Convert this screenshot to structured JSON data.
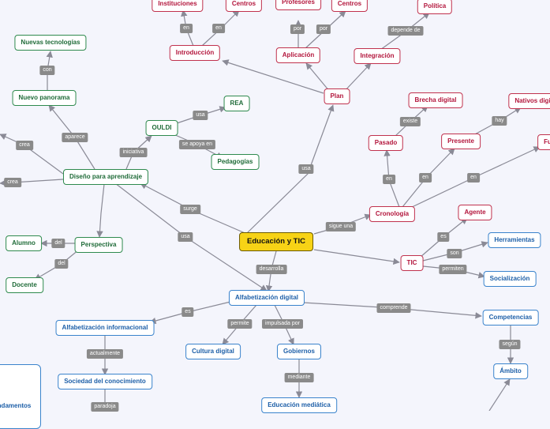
{
  "root": "Educación y TIC",
  "nodes": {
    "instituciones": "Instituciones",
    "centros_intro": "Centros",
    "profesores": "Profesores",
    "centros_aplic": "Centros",
    "politica": "Política",
    "introduccion": "Introducción",
    "aplicacion": "Aplicación",
    "integracion": "Integración",
    "plan": "Plan",
    "brecha_digital": "Brecha digital",
    "nativos_digitales": "Nativos digi",
    "pasado": "Pasado",
    "presente": "Presente",
    "futuro": "Fu",
    "cronologia": "Cronología",
    "agente": "Agente",
    "herramientas": "Herramientas",
    "tic": "TIC",
    "socializacion": "Socialización",
    "competencias": "Competencias",
    "ambito": "Ámbito",
    "nuevas_tecnologias": "Nuevas tecnologías",
    "nuevo_panorama": "Nuevo panorama",
    "ouldi": "OULDI",
    "rea": "REA",
    "pedagogias": "Pedagogías",
    "diseno": "Diseño para aprendizaje",
    "alumno": "Alumno",
    "perspectiva": "Perspectiva",
    "docente": "Docente",
    "alfabetizacion_digital": "Alfabetización digital",
    "alfabetizacion_informacional": "Alfabetización informacional",
    "cultura_digital": "Cultura digital",
    "gobiernos": "Gobiernos",
    "sociedad_conocimiento": "Sociedad del conocimiento",
    "educacion_mediatica": "Educación mediática",
    "fundamentos": "ndamentos"
  },
  "labels": {
    "en_1": "en",
    "en_2": "en",
    "por_1": "por",
    "por_2": "por",
    "depende_de": "depende de",
    "usa_plan": "usa",
    "sigue_una": "sigue una",
    "en_pasado": "en",
    "en_presente": "en",
    "en_futuro": "en",
    "existe": "existe",
    "hay": "hay",
    "es_agente": "es",
    "son": "son",
    "permiten": "permiten",
    "desarrolla": "desarrolla",
    "comprende": "comprende",
    "segun": "según",
    "con": "con",
    "aparece": "aparece",
    "crea_1": "crea",
    "crea_2": "crea",
    "iniciativa": "iniciativa",
    "usa_ouldi": "usa",
    "se_apoya_en": "se apoya en",
    "surge": "surge",
    "usa_diseno": "usa",
    "del_1": "del",
    "del_2": "del",
    "es_alfab": "es",
    "permite": "permite",
    "impulsada_por": "impulsada por",
    "actualmente": "actualmente",
    "mediante": "mediante",
    "paradoja": "paradoja"
  },
  "colors": {
    "background": "#f4f5fc",
    "edge": "#8a8a96",
    "red": "#c0324e",
    "green": "#2f8a4e",
    "blue": "#3a83cc",
    "root_fill": "#f7d316",
    "label_fill": "#8a8a8a"
  }
}
